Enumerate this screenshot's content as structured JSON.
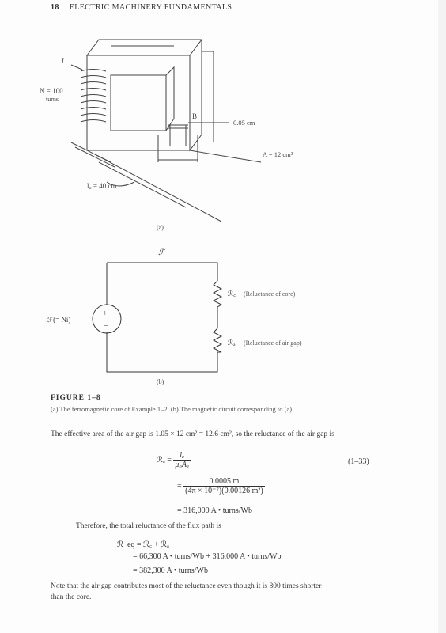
{
  "header": {
    "page_number": "18",
    "running_title": "ELECTRIC MACHINERY FUNDAMENTALS"
  },
  "figure_a": {
    "label_i": "i",
    "label_turns_n": "N = 100",
    "label_turns_unit": "turns",
    "label_depth": "B",
    "label_gap_length": "0.05 cm",
    "label_area": "A = 12 cm²",
    "label_path_length": "l꜀ = 40 cm",
    "panel_label": "(a)"
  },
  "figure_b": {
    "label_top": "ℱ",
    "source_label": "ℱ(= Ni)",
    "source_plus": "+",
    "source_minus": "−",
    "rc_symbol": "ℛ꜀",
    "rc_desc": "(Reluctance of core)",
    "ra_symbol": "ℛₐ",
    "ra_desc": "(Reluctance of air gap)",
    "panel_label": "(b)"
  },
  "caption": {
    "heading": "FIGURE 1–8",
    "text": "(a) The ferromagnetic core of Example 1–2. (b) The magnetic circuit corresponding to (a)."
  },
  "body": {
    "intro": "The effective area of the air gap is 1.05 × 12 cm² = 12.6 cm², so the reluctance of the air gap is",
    "eq1_lhs": "ℛₐ =",
    "eq1_num": "lₐ",
    "eq1_den": "μ₀Aₐ",
    "eq1_number": "(1–33)",
    "eq2_num": "0.0005 m",
    "eq2_den": "(4π × 10⁻⁷)(0.00126 m²)",
    "eq2_eq": "=",
    "eq3": "= 316,000 A • turns/Wb",
    "line_total": "Therefore, the total reluctance of the flux path is",
    "eq4": "ℛ_eq = ℛ꜀ + ℛₐ",
    "eq5": "= 66,300 A • turns/Wb + 316,000 A • turns/Wb",
    "eq6": "= 382,300 A • turns/Wb",
    "closing_1": "Note that the air gap contributes most of the reluctance even though it is 800 times shorter",
    "closing_2": "than the core."
  }
}
